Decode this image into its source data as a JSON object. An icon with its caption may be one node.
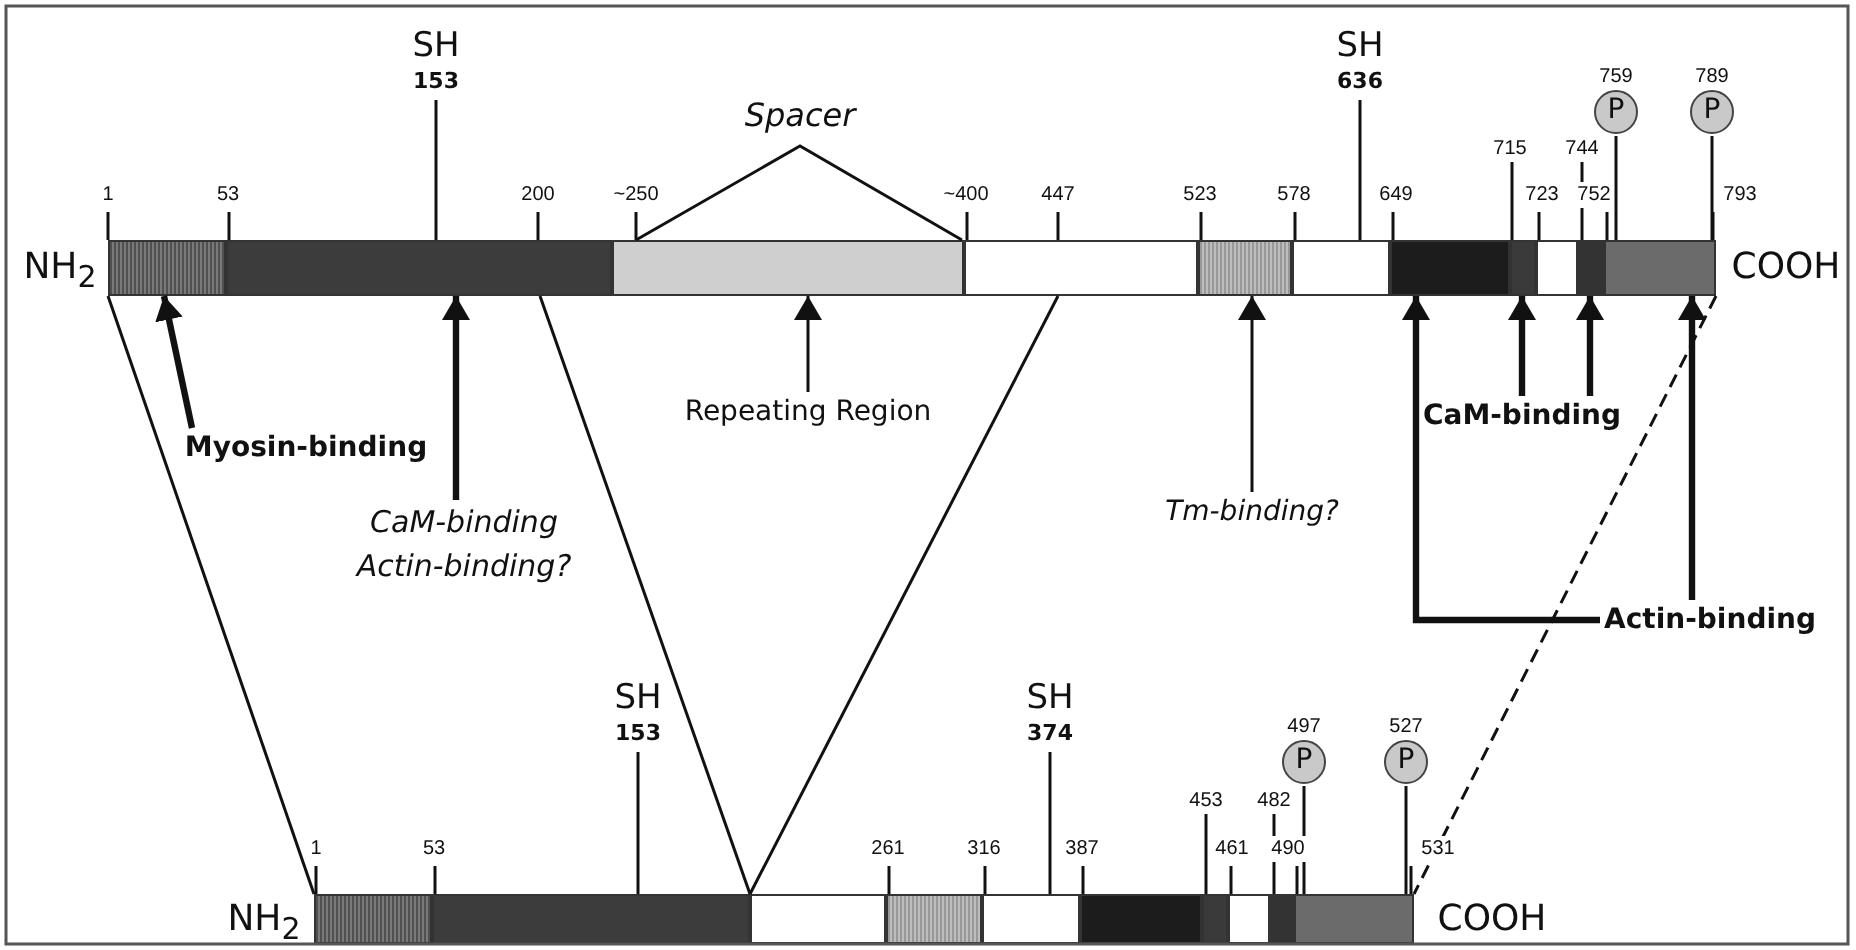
{
  "diagram": {
    "nodes": [
      {
        "text": [
          "SH",
          "153"
        ]
      },
      {
        "text": [
          "SH",
          "636"
        ]
      },
      {
        "text": [
          "P"
        ],
        "beside": [
          "759"
        ]
      },
      {
        "text": [
          "P"
        ],
        "beside": [
          "789"
        ]
      },
      {
        "text": [],
        "shape": "bar",
        "beside": [
          "1"
        ]
      },
      {
        "text": [],
        "shape": "bar",
        "beside": [
          "53",
          "200"
        ]
      },
      {
        "text": [],
        "shape": "bar",
        "beside": [
          "~250"
        ]
      },
      {
        "text": [],
        "shape": "bar",
        "beside": [
          "~400",
          "447"
        ]
      },
      {
        "text": [],
        "shape": "bar",
        "beside": [
          "523"
        ]
      },
      {
        "text": [],
        "shape": "bar",
        "beside": [
          "578"
        ]
      },
      {
        "text": [],
        "shape": "bar",
        "beside": [
          "649"
        ]
      },
      {
        "text": [],
        "shape": "bar"
      },
      {
        "text": [],
        "shape": "bar",
        "beside": [
          "723"
        ]
      },
      {
        "text": [],
        "shape": "bar"
      },
      {
        "text": [],
        "shape": "bar",
        "beside": [
          "752",
          "793"
        ]
      },
      {
        "text": [
          "Myosin-binding"
        ]
      },
      {
        "text": [
          "CaM-binding Actin-binding?"
        ]
      },
      {
        "text": [
          "Repeating Region"
        ]
      },
      {
        "text": [
          "Tm-binding?"
        ]
      },
      {
        "text": [
          "CaM-binding"
        ]
      },
      {
        "text": [
          "Actin-binding"
        ]
      },
      {
        "text": [
          "SH",
          "153"
        ]
      },
      {
        "text": [
          "SH",
          "374"
        ]
      },
      {
        "text": [
          "P"
        ],
        "beside": [
          "497"
        ]
      },
      {
        "text": [
          "P"
        ],
        "beside": [
          "527"
        ]
      },
      {
        "text": [],
        "shape": "bar",
        "beside": [
          "1"
        ]
      },
      {
        "text": [],
        "shape": "bar",
        "beside": [
          "53"
        ]
      },
      {
        "text": [],
        "shape": "bar"
      },
      {
        "text": [],
        "shape": "bar",
        "beside": [
          "261"
        ]
      },
      {
        "text": [],
        "shape": "bar",
        "beside": [
          "316"
        ]
      },
      {
        "text": [],
        "shape": "bar",
        "beside": [
          "387"
        ]
      },
      {
        "text": [],
        "shape": "bar"
      },
      {
        "text": [],
        "shape": "bar",
        "beside": [
          "461"
        ]
      },
      {
        "text": [],
        "shape": "bar"
      },
      {
        "text": [],
        "shape": "bar",
        "beside": [
          "490",
          "531"
        ]
      },
      {
        "text": [
          "715"
        ]
      },
      {
        "text": [
          "744"
        ]
      },
      {
        "text": [
          "453"
        ]
      },
      {
        "text": [
          "482"
        ]
      }
    ],
    "edges": [
      {
        "from": 0,
        "to": 5,
        "arrow": "none"
      },
      {
        "from": 1,
        "to": 9,
        "arrow": "none"
      },
      {
        "from": 2,
        "to": 14,
        "arrow": "none"
      },
      {
        "from": 3,
        "to": 14,
        "arrow": "none"
      },
      {
        "from": 15,
        "to": 4,
        "arrow": "to",
        "style": "thick"
      },
      {
        "from": 16,
        "to": 5,
        "arrow": "to",
        "style": "thick"
      },
      {
        "from": 17,
        "to": 6,
        "arrow": "to"
      },
      {
        "from": 18,
        "to": 8,
        "arrow": "to"
      },
      {
        "from": 19,
        "to": 11,
        "arrow": "to",
        "style": "thick"
      },
      {
        "from": 19,
        "to": 13,
        "arrow": "to",
        "style": "thick"
      },
      {
        "from": 20,
        "to": 10,
        "arrow": "to",
        "style": "thick"
      },
      {
        "from": 20,
        "to": 14,
        "arrow": "to",
        "style": "thick"
      },
      {
        "from": 21,
        "to": 26,
        "arrow": "none"
      },
      {
        "from": 22,
        "to": 29,
        "arrow": "none"
      },
      {
        "from": 23,
        "to": 34,
        "arrow": "none"
      },
      {
        "from": 24,
        "to": 34,
        "arrow": "none"
      },
      {
        "from": 4,
        "to": 25,
        "arrow": "none"
      },
      {
        "from": 5,
        "to": 26,
        "arrow": "none"
      },
      {
        "from": 7,
        "to": 27,
        "arrow": "none"
      },
      {
        "from": 14,
        "to": 34,
        "arrow": "none",
        "style": "dashed"
      },
      {
        "from": 35,
        "to": 11,
        "arrow": "none"
      },
      {
        "from": 36,
        "to": 13,
        "arrow": "none"
      },
      {
        "from": 37,
        "to": 31,
        "arrow": "none"
      },
      {
        "from": 38,
        "to": 33,
        "arrow": "none"
      }
    ],
    "labels": [
      "Spacer",
      "NH$_{2}$",
      "COOH",
      "NH$_{2}$",
      "COOH"
    ]
  }
}
